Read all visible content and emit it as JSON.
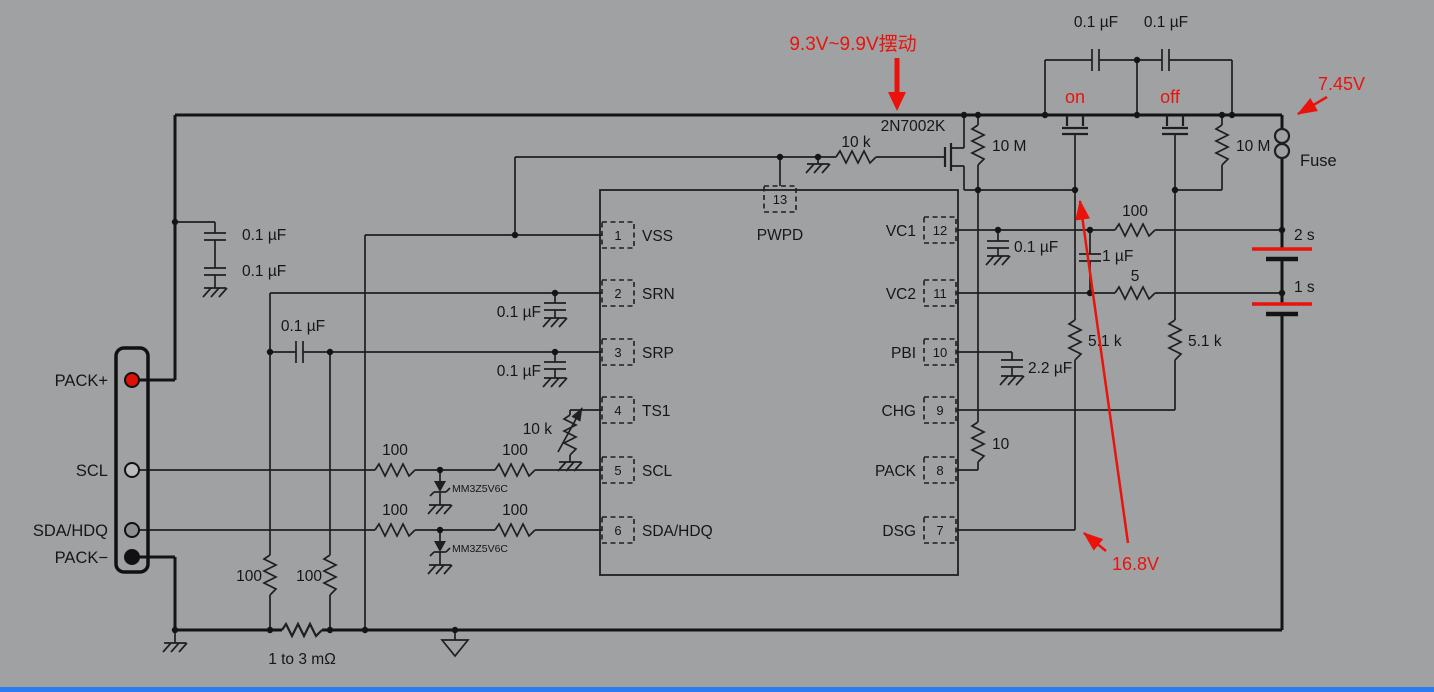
{
  "colors": {
    "background": "#a0a1a3",
    "schematic_line": "#1f1f1f",
    "annotation_red": "#ea130c",
    "battery_plus_plate": "#ea130c",
    "pack_plus_terminal": "#e01008",
    "bottom_bar_blue": "#2a7cf0"
  },
  "connector": {
    "pins": [
      {
        "label": "PACK+"
      },
      {
        "label": "SCL"
      },
      {
        "label": "SDA/HDQ"
      },
      {
        "label": "PACK−"
      }
    ]
  },
  "ic": {
    "left_pins": [
      {
        "num": "1",
        "name": "VSS"
      },
      {
        "num": "2",
        "name": "SRN"
      },
      {
        "num": "3",
        "name": "SRP"
      },
      {
        "num": "4",
        "name": "TS1"
      },
      {
        "num": "5",
        "name": "SCL"
      },
      {
        "num": "6",
        "name": "SDA/HDQ"
      }
    ],
    "top_pin": {
      "num": "13",
      "name": "PWPD"
    },
    "right_pins": [
      {
        "num": "12",
        "name": "VC1"
      },
      {
        "num": "11",
        "name": "VC2"
      },
      {
        "num": "10",
        "name": "PBI"
      },
      {
        "num": "9",
        "name": "CHG"
      },
      {
        "num": "8",
        "name": "PACK"
      },
      {
        "num": "7",
        "name": "DSG"
      }
    ]
  },
  "labels": {
    "cap_left_top": "0.1 µF",
    "cap_left_bottom": "0.1 µF",
    "cap_srn_srp": "0.1 µF",
    "cap_srn": "0.1 µF",
    "cap_srp": "0.1 µF",
    "r_ts1": "10 k",
    "r_scl_left": "100",
    "r_scl_right": "100",
    "zener_scl": "MM3Z5V6C",
    "r_sda_left": "100",
    "r_sda_right": "100",
    "zener_sda": "MM3Z5V6C",
    "r_srn_pull": "100",
    "r_srp_pull": "100",
    "r_sense": "1 to 3 mΩ",
    "r_gate": "10 k",
    "q_nfet": "2N7002K",
    "r_10m_left": "10 M",
    "r_10m_right": "10 M",
    "cap_snub_left": "0.1 µF",
    "cap_snub_right": "0.1 µF",
    "fuse": "Fuse",
    "cell_top": "2 s",
    "cell_bottom": "1 s",
    "cap_vc1": "0.1 µF",
    "r_vc1": "100",
    "cap_vc1_vc2": "1 µF",
    "r_vc2": "5",
    "r_dsg_gate": "5.1 k",
    "r_chg_gate": "5.1 k",
    "cap_pbi": "2.2 µF",
    "r_pack": "10"
  },
  "annotations": {
    "gate_swing": "9.3V~9.9V摆动",
    "fet_on": "on",
    "fet_off": "off",
    "pack_voltage": "7.45V",
    "battery_voltage": "16.8V"
  }
}
